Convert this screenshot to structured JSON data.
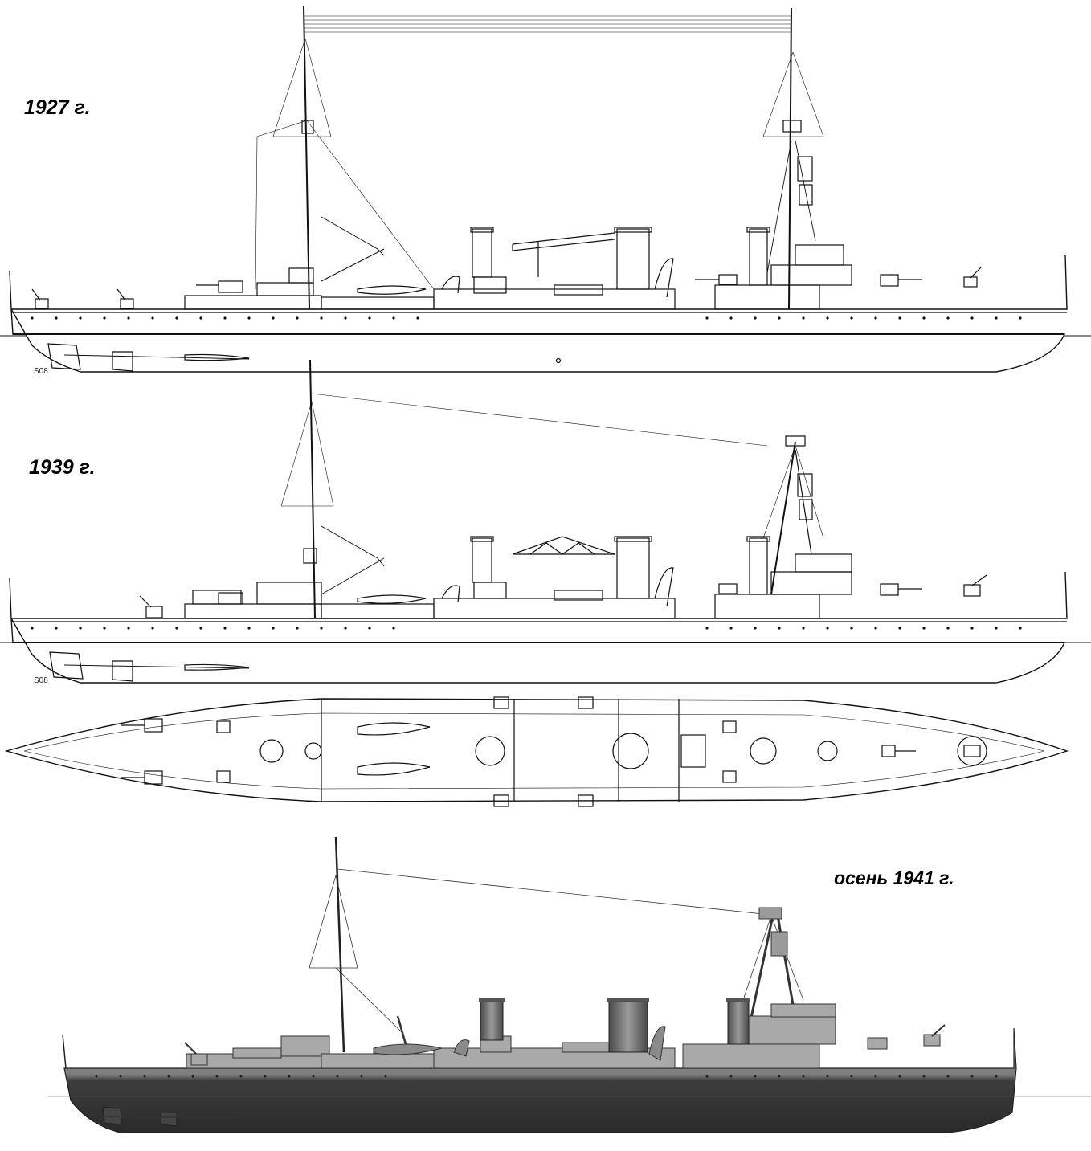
{
  "figure": {
    "views": [
      {
        "id": "profile-1927",
        "label": "1927 г.",
        "scale_mark": "Ѕ08"
      },
      {
        "id": "profile-1939",
        "label": "1939 г.",
        "scale_mark": "Ѕ08"
      },
      {
        "id": "plan-view",
        "label": ""
      },
      {
        "id": "profile-autumn-1941",
        "label": "осень 1941 г."
      }
    ]
  },
  "colors": {
    "line": "#111111",
    "hull_paint_upper": "#8c8c8c",
    "hull_paint_lower": "#3a3a3a",
    "superstructure_paint": "#a9a9a9",
    "funnel_paint": "#6e6e6e"
  }
}
